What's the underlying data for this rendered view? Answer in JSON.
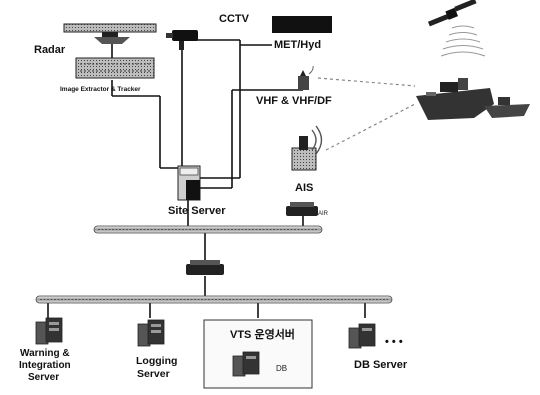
{
  "labels": {
    "cctv": "CCTV",
    "radar": "Radar",
    "met_hyd": "MET/Hyd",
    "image_extractor": "Image Extractor & Tracker",
    "vhf": "VHF & VHF/DF",
    "ais": "AIS",
    "site_server": "Site Server",
    "air": "AIR",
    "warning_line1": "Warning &",
    "warning_line2": "Integration",
    "warning_line3": "Server",
    "logging_line1": "Logging",
    "logging_line2": "Server",
    "vts_server": "VTS 운영서버",
    "db": "DB",
    "db_server": "DB Server",
    "ellipsis": "• • •"
  }
}
